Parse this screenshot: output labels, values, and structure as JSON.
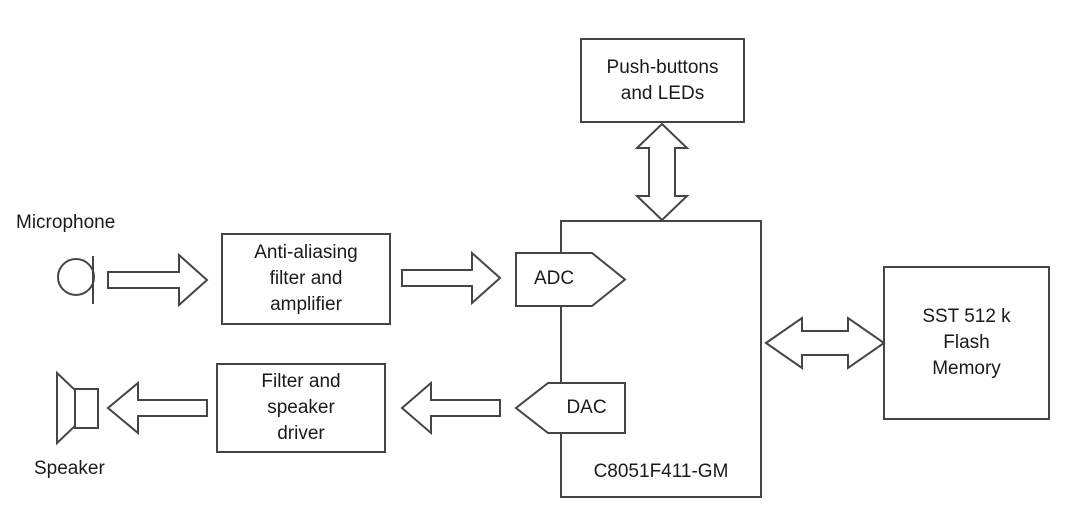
{
  "diagram": {
    "microphone_label": "Microphone",
    "speaker_label": "Speaker",
    "push_buttons_box": {
      "lines": [
        "Push-buttons",
        "and LEDs"
      ]
    },
    "anti_aliasing_box": {
      "lines": [
        "Anti-aliasing",
        "filter and",
        "amplifier"
      ]
    },
    "filter_driver_box": {
      "lines": [
        "Filter and",
        "speaker",
        "driver"
      ]
    },
    "flash_memory_box": {
      "lines": [
        "SST 512 k",
        "Flash",
        "Memory"
      ]
    },
    "mcu_box": {
      "label": "C8051F411-GM"
    },
    "adc_port": "ADC",
    "dac_port": "DAC",
    "colors": {
      "line": "#454545",
      "text": "#1a1a1a",
      "background": "#ffffff"
    }
  }
}
